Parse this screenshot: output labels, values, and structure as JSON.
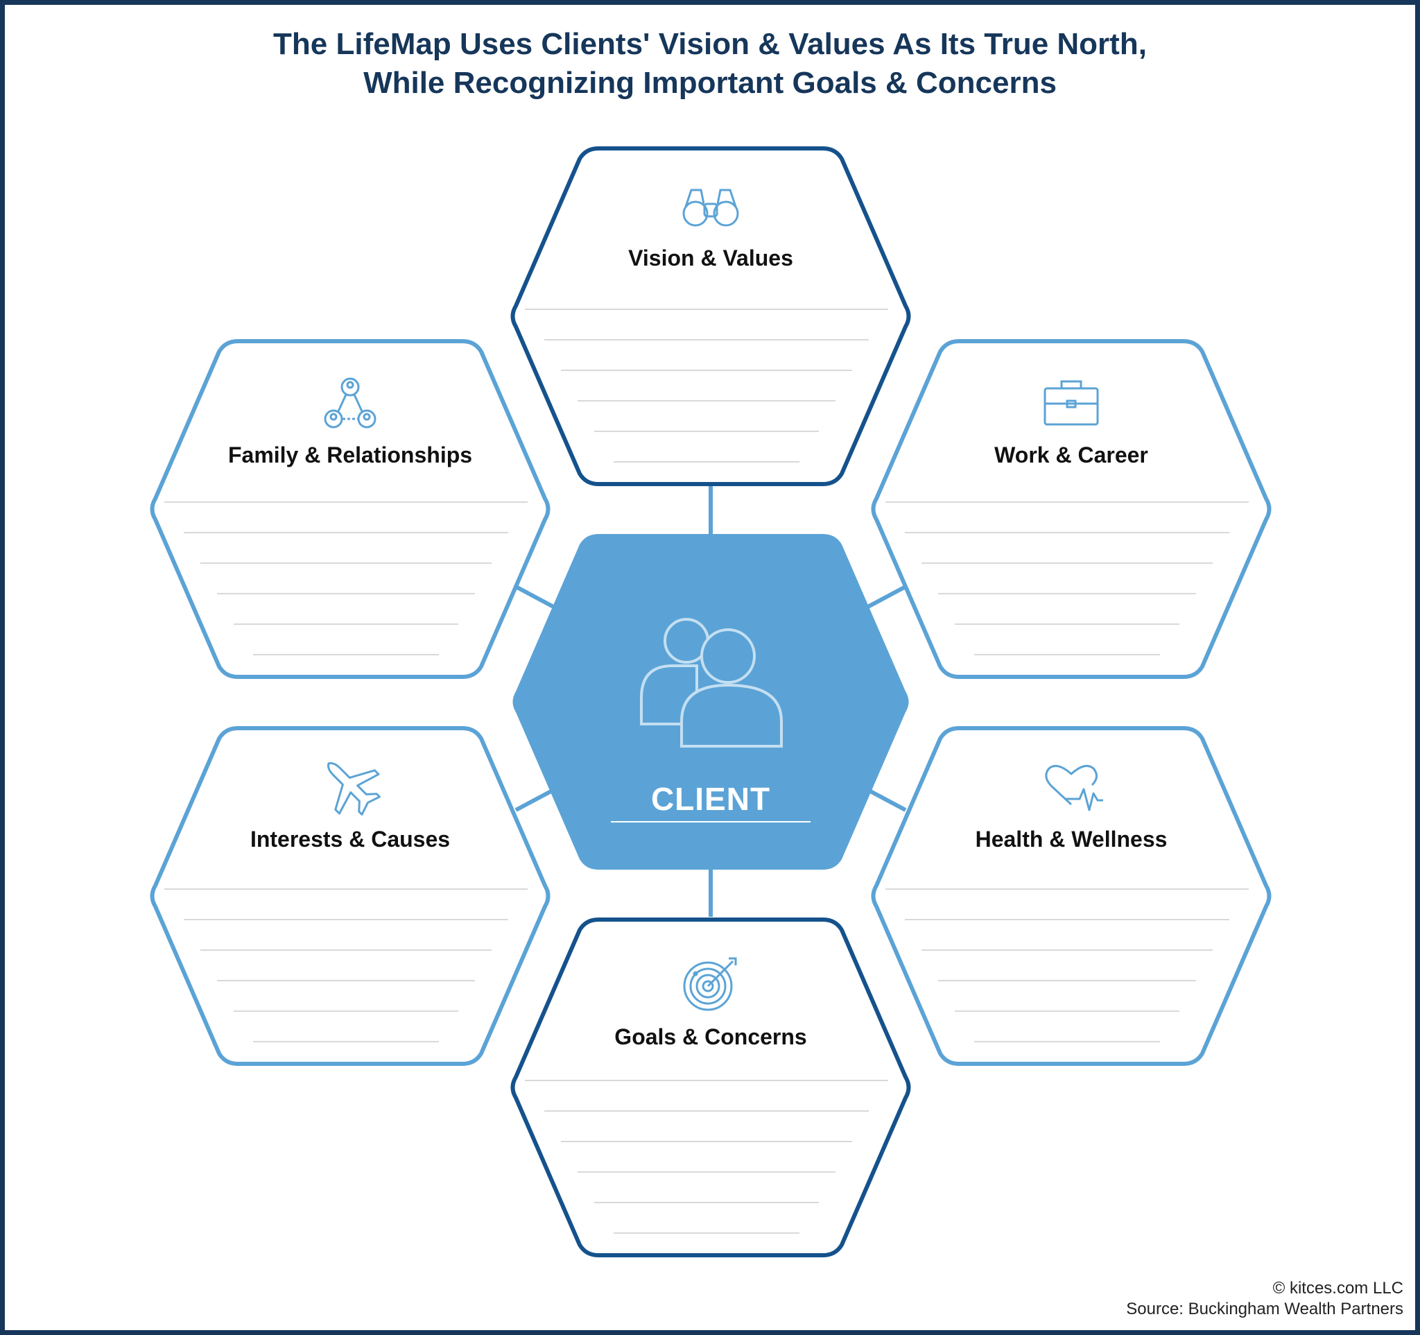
{
  "title": {
    "line1": "The LifeMap Uses Clients' Vision & Values As Its True North,",
    "line2": "While Recognizing Important Goals & Concerns"
  },
  "center": {
    "label": "CLIENT",
    "icon": "people-icon",
    "color": "#5ba3d6"
  },
  "hexagons": {
    "vision": {
      "label": "Vision & Values",
      "icon": "binoculars-icon"
    },
    "family": {
      "label": "Family & Relationships",
      "icon": "network-people-icon"
    },
    "work": {
      "label": "Work & Career",
      "icon": "briefcase-icon"
    },
    "interests": {
      "label": "Interests & Causes",
      "icon": "airplane-icon"
    },
    "health": {
      "label": "Health & Wellness",
      "icon": "heartbeat-icon"
    },
    "goals": {
      "label": "Goals & Concerns",
      "icon": "target-icon"
    }
  },
  "colors": {
    "dark_blue": "#15528c",
    "light_blue": "#5ba3d6",
    "title": "#16365a",
    "lines": "#d9d9d9"
  },
  "footer": {
    "copyright": "© kitces.com LLC",
    "source": "Source: Buckingham Wealth Partners"
  }
}
